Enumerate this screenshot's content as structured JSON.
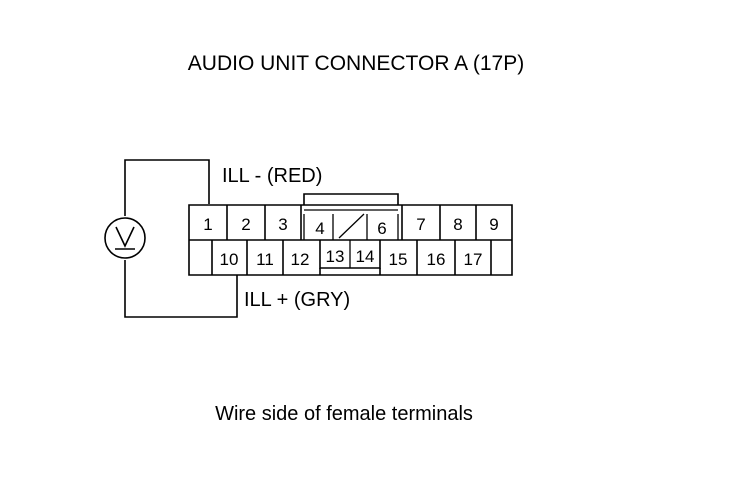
{
  "title": "AUDIO UNIT CONNECTOR A (17P)",
  "wires": {
    "top": "ILL -  (RED)",
    "bottom": "ILL +  (GRY)"
  },
  "caption": "Wire side of female terminals",
  "meter_icon": "voltmeter-icon",
  "terminals": {
    "top_row": [
      "1",
      "2",
      "3",
      "4",
      "6",
      "7",
      "8",
      "9"
    ],
    "bottom_row": [
      "10",
      "11",
      "12",
      "13",
      "14",
      "15",
      "16",
      "17"
    ]
  },
  "colors": {
    "line": "#000000",
    "background": "#ffffff"
  }
}
